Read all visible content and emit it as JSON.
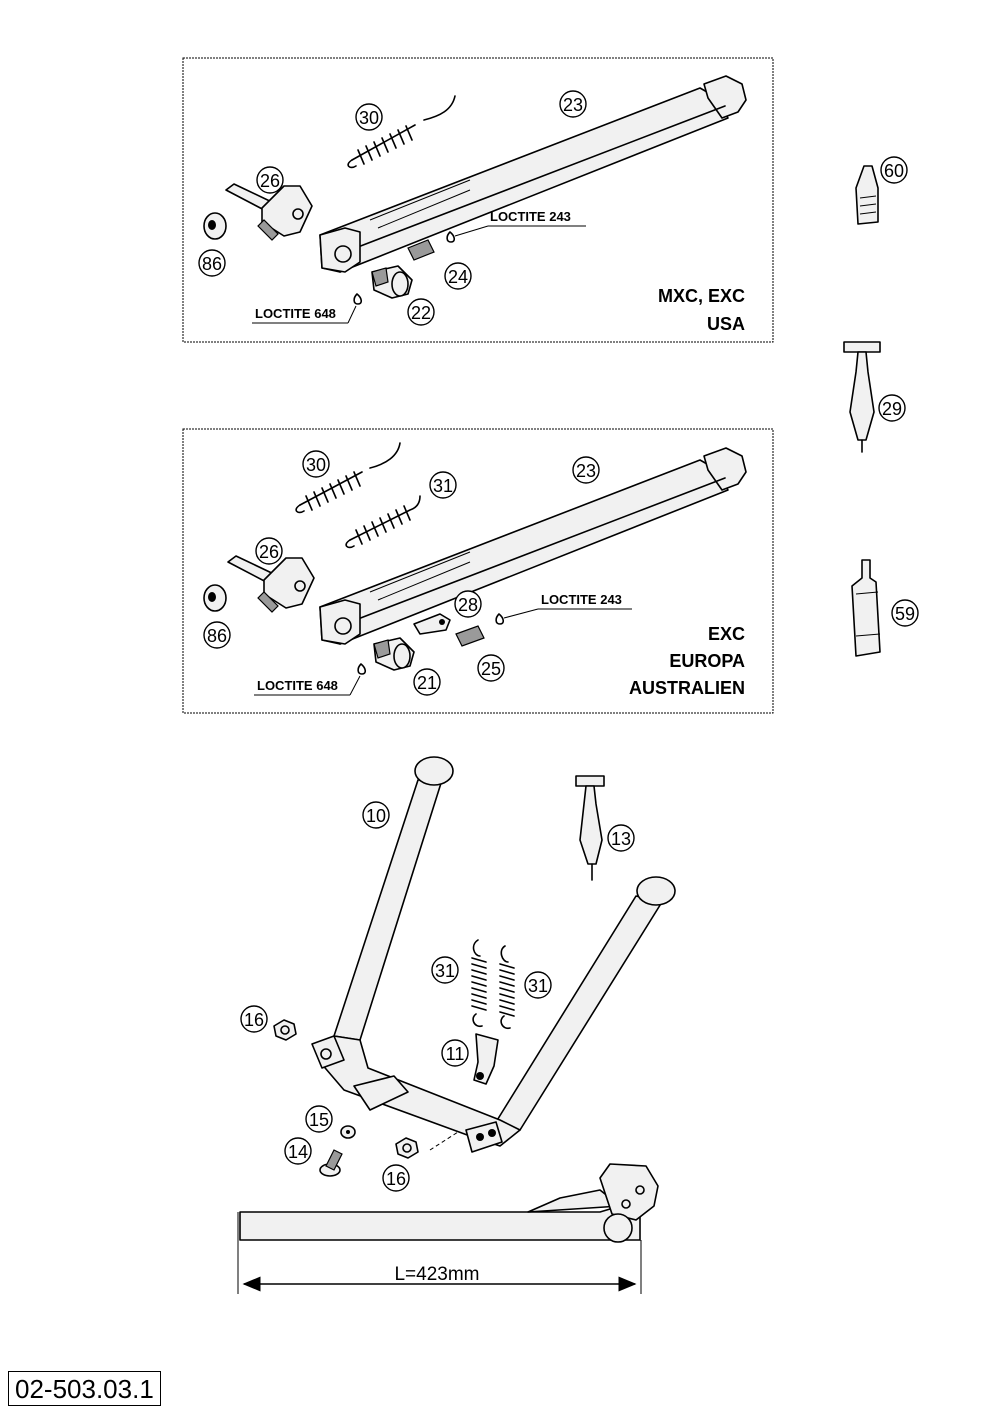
{
  "panels": [
    {
      "region_lines": [
        "MXC, EXC",
        "USA"
      ],
      "adhesive_labels": [
        "LOCTITE 243",
        "LOCTITE 648"
      ],
      "callouts": [
        "30",
        "23",
        "26",
        "86",
        "24",
        "22"
      ]
    },
    {
      "region_lines": [
        "EXC",
        "EUROPA",
        "AUSTRALIEN"
      ],
      "adhesive_labels": [
        "LOCTITE 243",
        "LOCTITE 648"
      ],
      "callouts": [
        "30",
        "31",
        "23",
        "26",
        "28",
        "86",
        "25",
        "21"
      ]
    }
  ],
  "side_parts": [
    "60",
    "29",
    "59"
  ],
  "center_stand": {
    "callouts": [
      "10",
      "13",
      "31",
      "31",
      "11",
      "16",
      "15",
      "14",
      "16"
    ],
    "dimension": "L=423mm"
  },
  "document_number": "02-503.03.1"
}
